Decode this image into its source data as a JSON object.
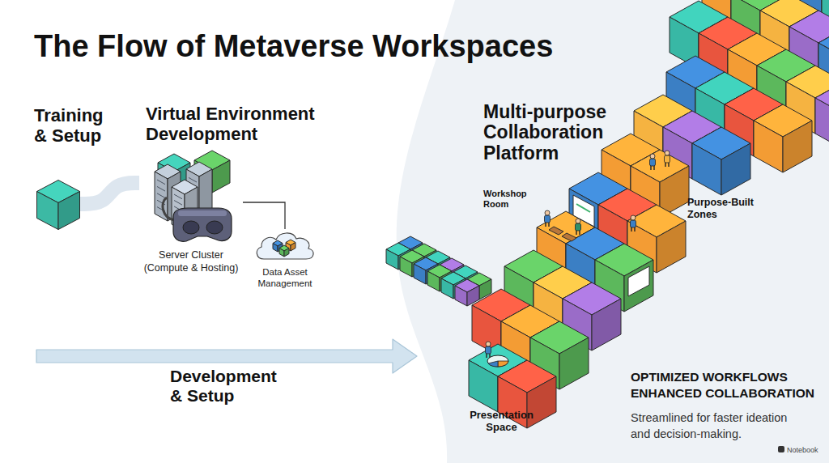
{
  "diagram": {
    "title": "The Flow of Metaverse Workspaces",
    "nodes": [
      {
        "text": [
          "Training & Setup"
        ]
      },
      {
        "text": [
          "Virtual Environment Development",
          "Server Cluster (Compute & Hosting)"
        ]
      },
      {
        "text": [
          "Data Asset Management"
        ]
      },
      {
        "text": [
          "Multi-purpose Collaboration Platform"
        ]
      }
    ],
    "edges": [
      {
        "from": 0,
        "to": 1,
        "arrow": "none"
      },
      {
        "from": 1,
        "to": 2,
        "arrow": "none"
      }
    ],
    "labels": [
      "Development & Setup",
      "Workshop Room",
      "Purpose-Built Zones",
      "Presentation Space",
      "OPTIMIZED WORKFLOWS ENHANCED COLLABORATION",
      "Streamlined for faster ideation and decision-making.",
      "Notebook"
    ]
  }
}
